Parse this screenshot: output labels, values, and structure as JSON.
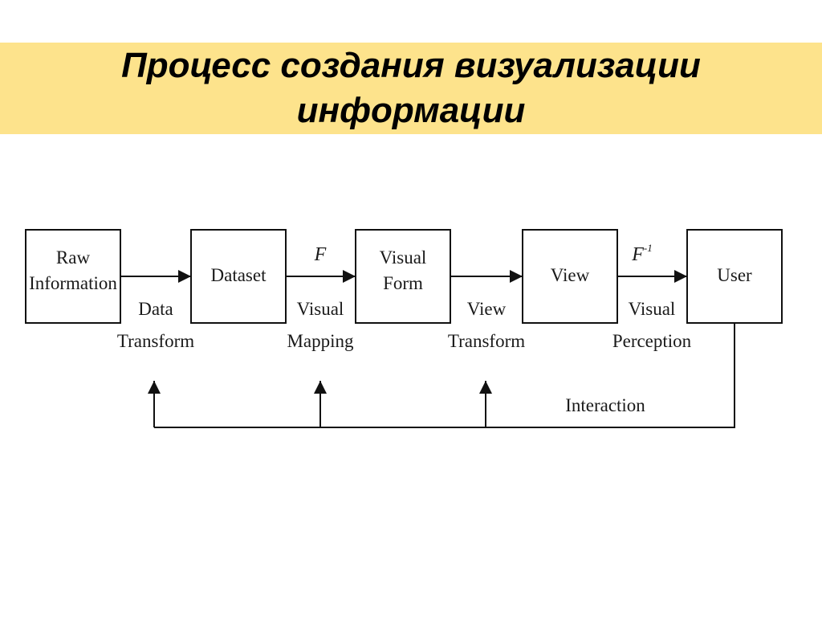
{
  "slide": {
    "title_line1": "Процесс создания визуализации",
    "title_line2": "информации",
    "band_color": "#fde38c"
  },
  "diagram": {
    "boxes": {
      "raw_information": [
        "Raw",
        "Information"
      ],
      "dataset": [
        "Dataset"
      ],
      "visual_form": [
        "Visual",
        "Form"
      ],
      "view": [
        "View"
      ],
      "user": [
        "User"
      ]
    },
    "transforms": {
      "data_transform": [
        "Data",
        "Transform"
      ],
      "visual_mapping": [
        "Visual",
        "Mapping"
      ],
      "view_transform": [
        "View",
        "Transform"
      ],
      "visual_perception": [
        "Visual",
        "Perception"
      ]
    },
    "symbols": {
      "f": "F",
      "f_inverse_base": "F",
      "f_inverse_exp": "-1"
    },
    "interaction_label": "Interaction"
  }
}
